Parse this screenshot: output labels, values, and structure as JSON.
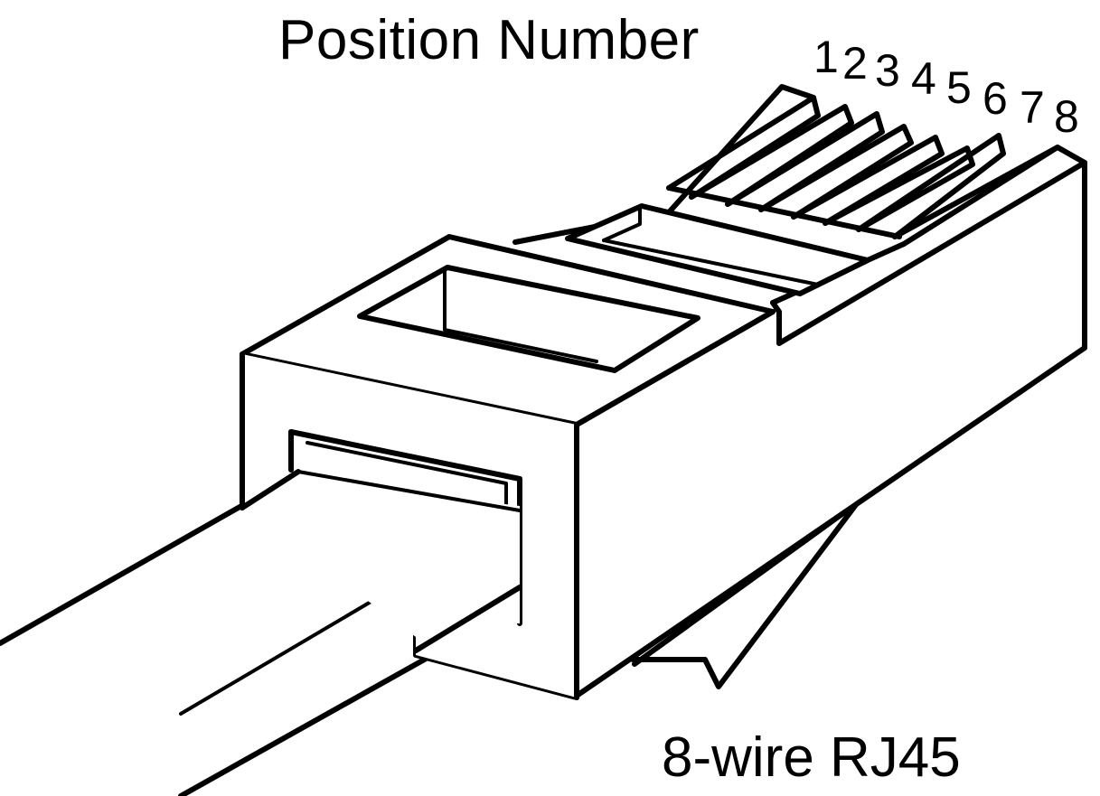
{
  "diagram": {
    "title": "Position Number",
    "caption": "8-wire RJ45",
    "pin_positions": [
      "1",
      "2",
      "3",
      "4",
      "5",
      "6",
      "7",
      "8"
    ],
    "colors": {
      "ink": "#000000",
      "background": "#ffffff"
    }
  }
}
